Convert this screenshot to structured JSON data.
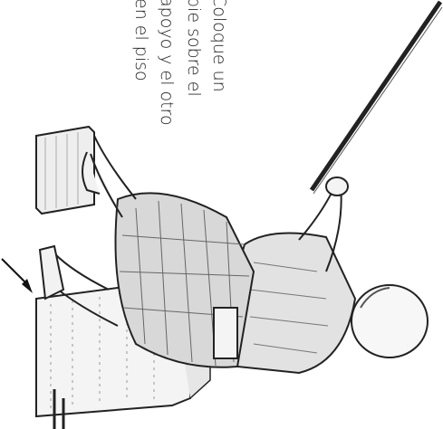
{
  "instruction": {
    "lines": [
      "Coloque un",
      "pie sobre el",
      "apoyo y el otro",
      "en el piso"
    ]
  },
  "colors": {
    "ink": "#1a1a1a",
    "background": "#ffffff"
  },
  "figure": {
    "subject": "person seated on a stool with one foot raised on a support, holding a cane"
  },
  "annotation": {
    "pointer": "arrow-icon"
  }
}
